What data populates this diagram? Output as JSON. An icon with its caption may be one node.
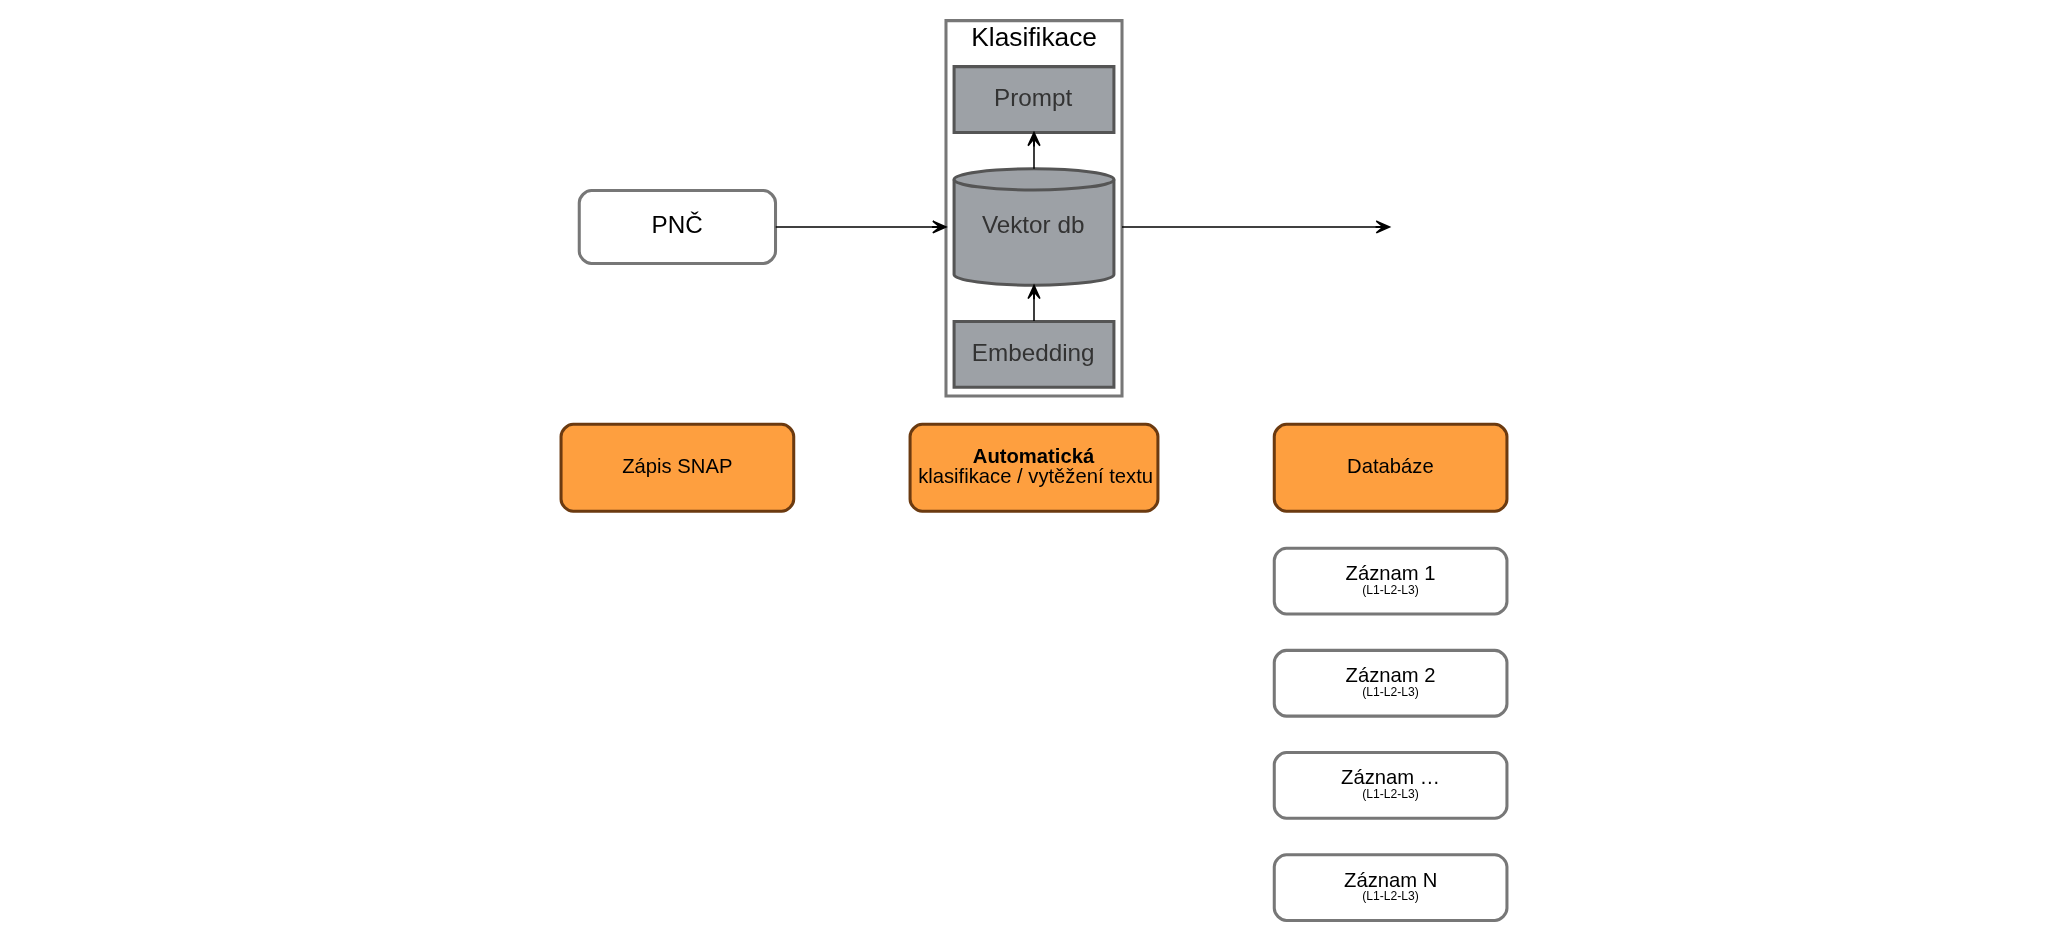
{
  "diagram": {
    "nodes": [
      {
        "text": [
          "Zápis SNAP"
        ]
      },
      {
        "text": [
          "Automatická",
          "klasifikace / vytěžení textu"
        ]
      },
      {
        "text": [
          "Databáze"
        ]
      },
      {
        "text": [
          "PNČ"
        ]
      },
      {
        "text": [
          "Klasifikace"
        ]
      },
      {
        "text": [
          "Embedding"
        ],
        "in": 4
      },
      {
        "text": [
          "Vektor db"
        ],
        "in": 4
      },
      {
        "text": [
          "Prompt"
        ],
        "in": 4
      },
      {
        "text": [
          "Záznam 1",
          "(L1-L2-L3)"
        ]
      },
      {
        "text": [
          "Záznam 2",
          "(L1-L2-L3)"
        ]
      },
      {
        "text": [
          "Záznam …",
          "(L1-L2-L3)"
        ]
      },
      {
        "text": [
          "Záznam N",
          "(L1-L2-L3)"
        ]
      }
    ],
    "edges": [
      {
        "from": 3,
        "to": 4,
        "arrow": "to"
      },
      {
        "from": 5,
        "to": 6,
        "arrow": "to"
      },
      {
        "from": 6,
        "to": 7,
        "arrow": "to"
      },
      {
        "from": 4,
        "to": null,
        "arrow": "to"
      }
    ]
  }
}
